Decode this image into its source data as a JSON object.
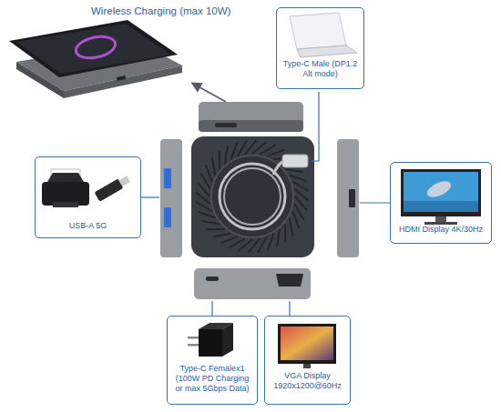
{
  "diagram": {
    "nodes": [
      {
        "text": [
          "Type-C Male (DP1.2 Alt mode)"
        ]
      },
      {
        "text": [
          "USB-A 5G"
        ]
      },
      {
        "text": [
          "HDMI Display 4K/30Hz"
        ]
      },
      {
        "text": [
          "Type-C Femalex1 (100W PD Charging or max 5Gbps Data)"
        ]
      },
      {
        "text": [
          "VGA Display 1920x1200@60Hz"
        ]
      }
    ],
    "labels": [
      "Wireless Charging (max 10W)"
    ]
  }
}
